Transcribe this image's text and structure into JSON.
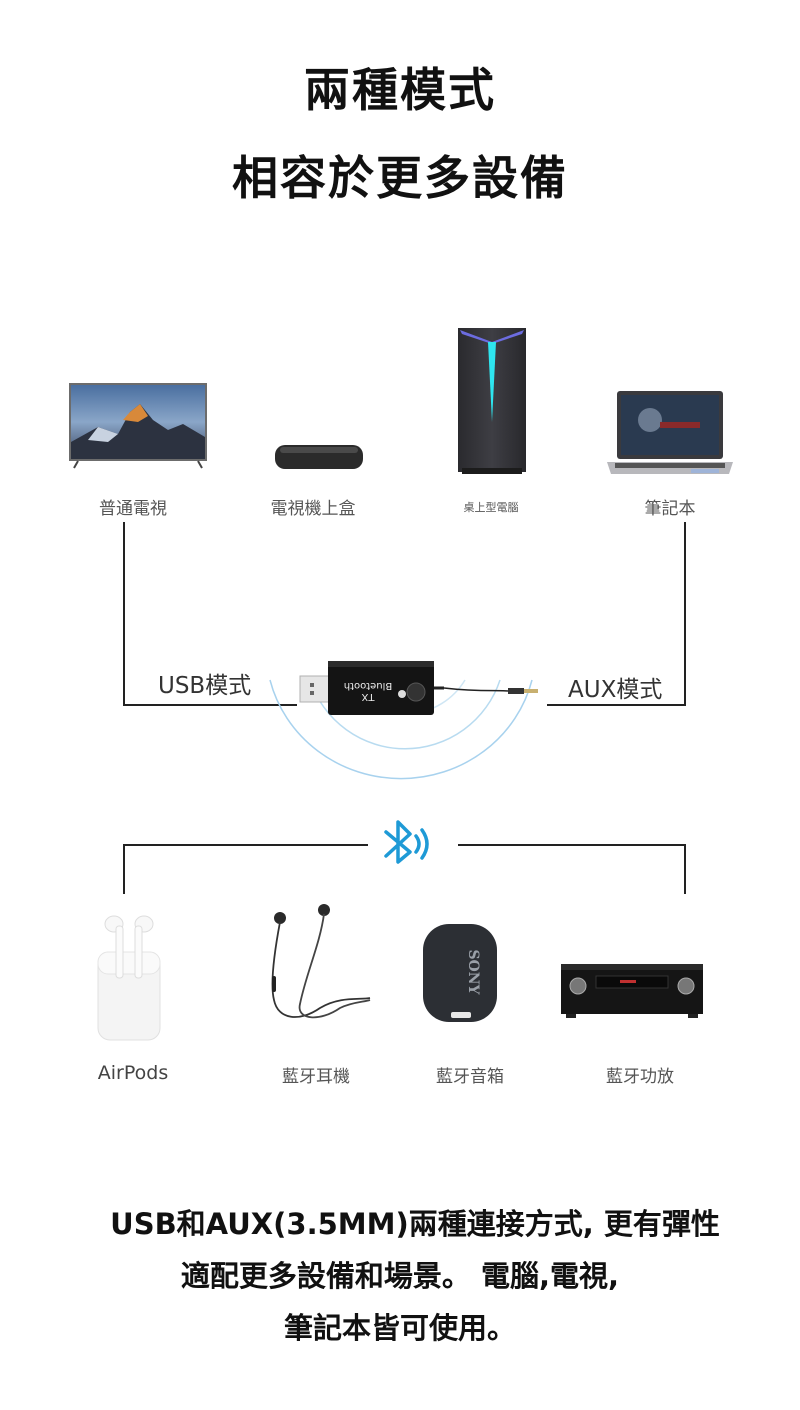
{
  "header": {
    "title_line1": "兩種模式",
    "title_line2": "相容於更多設備"
  },
  "source_devices": [
    {
      "label": "普通電視",
      "icon": "tv-icon"
    },
    {
      "label": "電視機上盒",
      "icon": "set-top-box-icon"
    },
    {
      "label": "桌上型電腦",
      "icon": "desktop-pc-icon"
    },
    {
      "label": "筆記本",
      "icon": "laptop-icon"
    }
  ],
  "transmitter": {
    "brand_text": "Bluetooth",
    "model_text": "TX",
    "usb_mode_label": "USB模式",
    "aux_mode_label": "AUX模式"
  },
  "bluetooth_icon": "bluetooth-signal-icon",
  "receiver_devices": [
    {
      "label": "AirPods",
      "icon": "airpods-icon"
    },
    {
      "label": "藍牙耳機",
      "icon": "bluetooth-earphones-icon"
    },
    {
      "label": "藍牙音箱",
      "icon": "bluetooth-speaker-icon",
      "brand": "SONY"
    },
    {
      "label": "藍牙功放",
      "icon": "av-amplifier-icon"
    }
  ],
  "description": {
    "line1": "USB和AUX(3.5MM)兩種連接方式, 更有彈性",
    "line2": "適配更多設備和場景。 電腦,電視,",
    "line3": "筆記本皆可使用。"
  },
  "colors": {
    "bluetooth_blue": "#1e9ad6",
    "pc_light": "#2ee6f0",
    "line": "#222222"
  }
}
